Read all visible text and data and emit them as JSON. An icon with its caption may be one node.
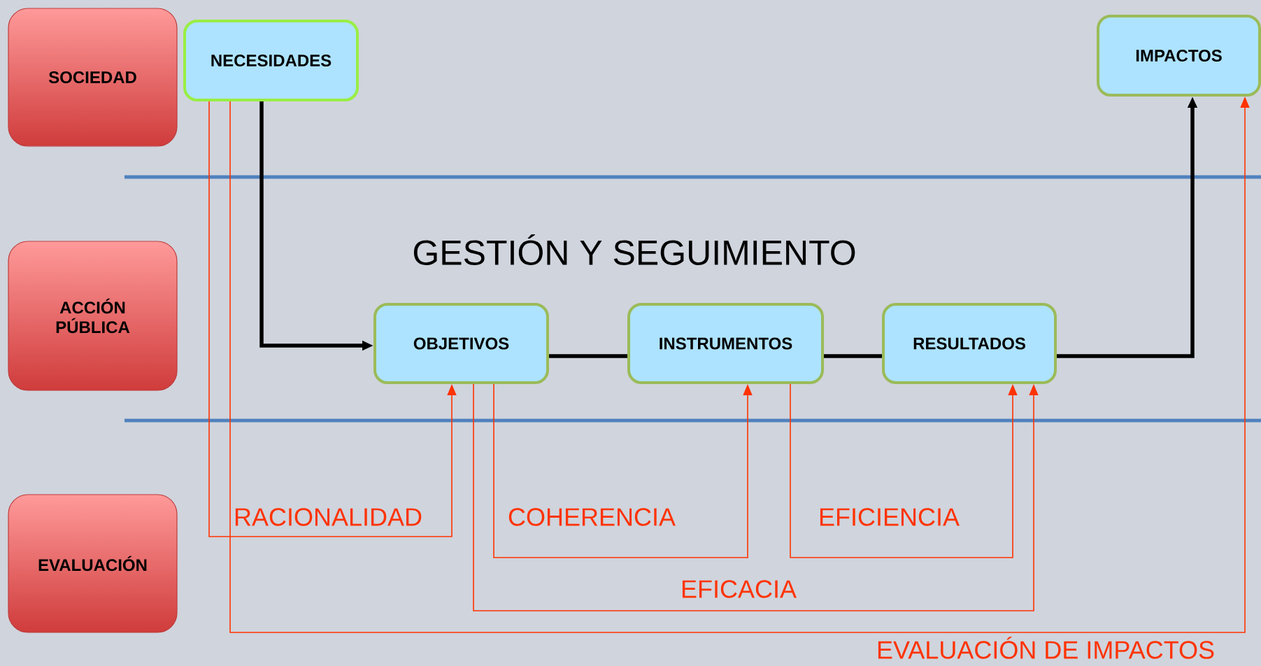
{
  "diagram": {
    "nodes": [
      {
        "text": [
          "SOCIEDAD"
        ]
      },
      {
        "text": [
          "ACCIÓN PÚBLICA"
        ]
      },
      {
        "text": [
          "EVALUACIÓN"
        ]
      },
      {
        "text": [
          "NECESIDADES"
        ]
      },
      {
        "text": [
          "IMPACTOS"
        ]
      },
      {
        "text": [
          "OBJETIVOS"
        ]
      },
      {
        "text": [
          "INSTRUMENTOS"
        ]
      },
      {
        "text": [
          "RESULTADOS"
        ]
      }
    ],
    "edges": [
      {
        "from": 3,
        "to": 5,
        "arrow": "to",
        "style": "thick",
        "color": "#000000"
      },
      {
        "from": 5,
        "to": 6,
        "arrow": "none",
        "style": "thick",
        "color": "#000000"
      },
      {
        "from": 6,
        "to": 7,
        "arrow": "none",
        "style": "thick",
        "color": "#000000"
      },
      {
        "from": 7,
        "to": 4,
        "arrow": "to",
        "style": "thick",
        "color": "#000000"
      },
      {
        "from": 3,
        "to": 5,
        "arrow": "to",
        "label": "RACIONALIDAD"
      },
      {
        "from": 5,
        "to": 6,
        "arrow": "to",
        "label": "COHERENCIA"
      },
      {
        "from": 6,
        "to": 7,
        "arrow": "to",
        "label": "EFICIENCIA"
      },
      {
        "from": 5,
        "to": 7,
        "arrow": "to",
        "label": "EFICACIA"
      },
      {
        "from": 3,
        "to": 4,
        "arrow": "to",
        "label": "EVALUACIÓN DE IMPACTOS"
      }
    ],
    "labels": [
      "GESTIÓN Y  SEGUIMIENTO"
    ]
  }
}
